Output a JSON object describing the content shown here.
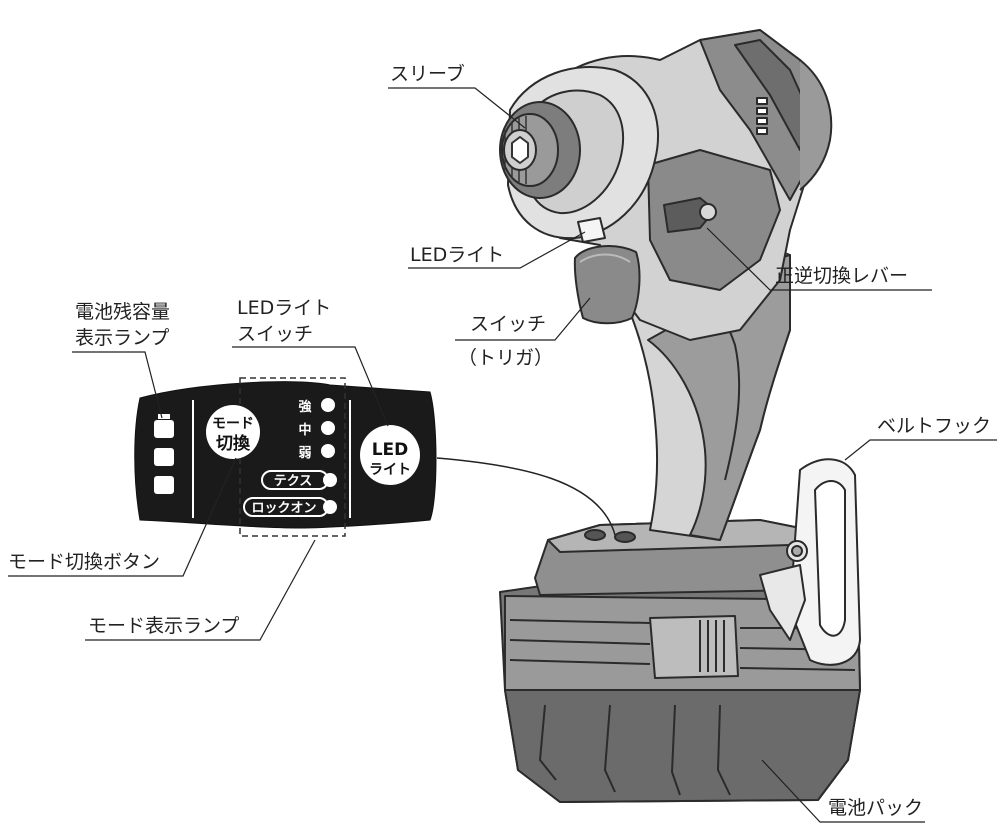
{
  "labels": {
    "sleeve": "スリーブ",
    "led_light": "LEDライト",
    "direction_lever": "正逆切換レバー",
    "switch_line1": "スイッチ",
    "switch_line2": "（トリガ）",
    "belt_hook": "ベルトフック",
    "battery_pack": "電池パック",
    "battery_lamp_line1": "電池残容量",
    "battery_lamp_line2": "表示ランプ",
    "led_switch_line1": "LEDライト",
    "led_switch_line2": "スイッチ",
    "mode_button": "モード切換ボタン",
    "mode_lamp": "モード表示ランプ"
  },
  "panel": {
    "mode_button_line1": "モード",
    "mode_button_line2": "切換",
    "led_button_line1": "LED",
    "led_button_line2": "ライト",
    "strength_strong": "強",
    "strength_medium": "中",
    "strength_weak": "弱",
    "tex_mode": "テクス",
    "lockon_mode": "ロックオン"
  },
  "colors": {
    "panel_bg": "#1a1a1a",
    "body_light": "#d9d9d9",
    "body_mid": "#a6a6a6",
    "body_dark": "#6e6e6e",
    "outline": "#2b2b2b"
  }
}
